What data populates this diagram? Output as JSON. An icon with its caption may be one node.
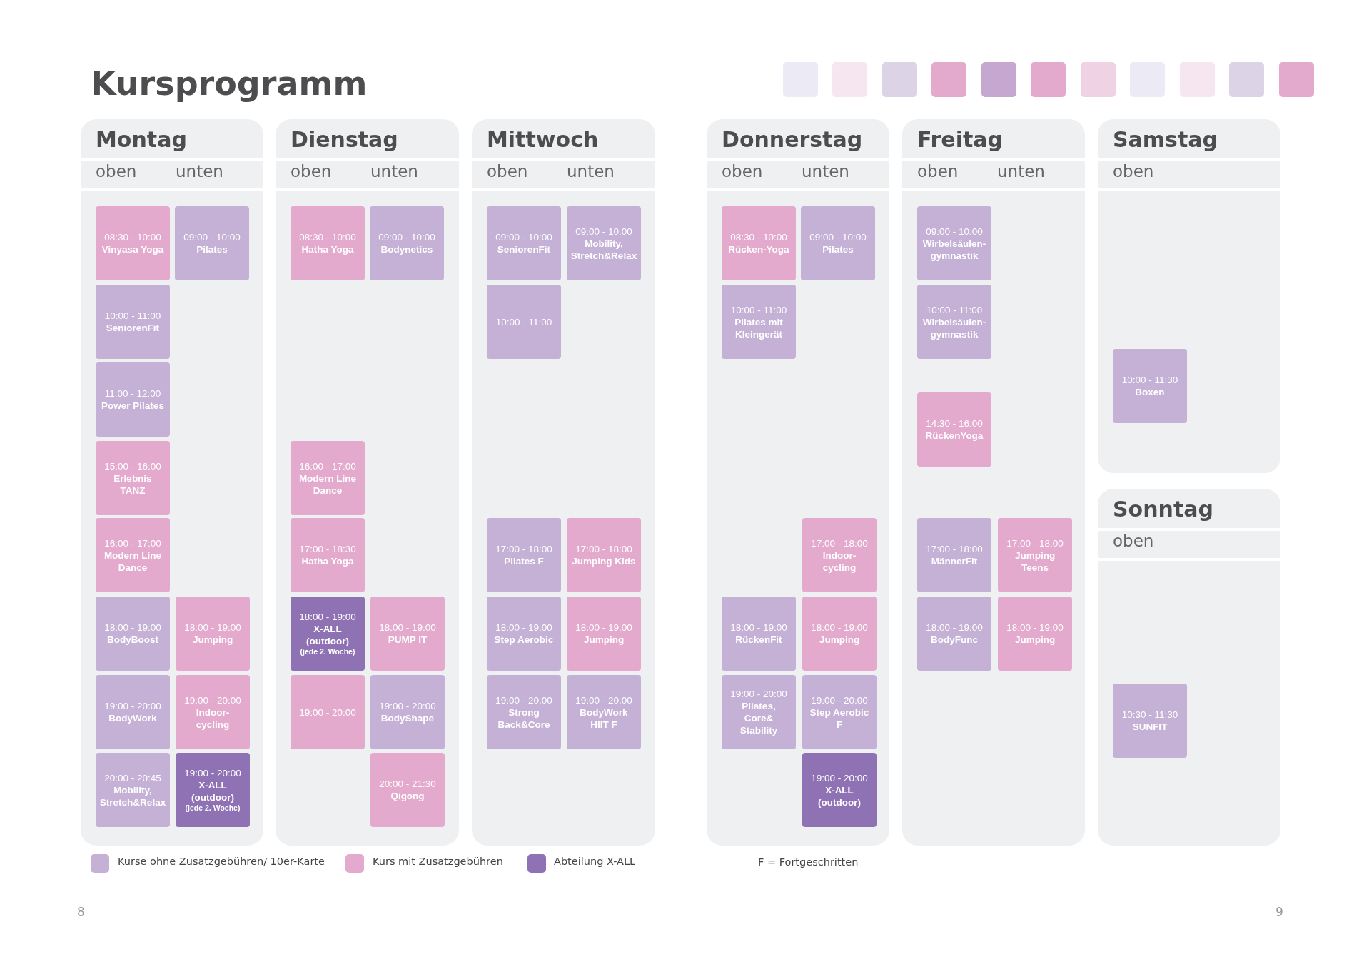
{
  "diagram": {
    "title": "Kursprogramm",
    "nodes": [
      {
        "text": [
          "Montag",
          "oben",
          "unten"
        ]
      },
      {
        "text": [
          "08:30 - 10:00",
          "Vinyasa Yoga"
        ],
        "in": 0
      },
      {
        "text": [
          "09:00 - 10:00",
          "Pilates"
        ],
        "in": 0
      },
      {
        "text": [
          "10:00 - 11:00",
          "SeniorenFit"
        ],
        "in": 0
      },
      {
        "text": [
          "11:00 - 12:00",
          "Power Pilates"
        ],
        "in": 0
      },
      {
        "text": [
          "15:00 - 16:00",
          "Erlebnis TANZ"
        ],
        "in": 0
      },
      {
        "text": [
          "16:00 - 17:00",
          "Modern Line Dance"
        ],
        "in": 0
      },
      {
        "text": [
          "18:00 - 19:00",
          "BodyBoost"
        ],
        "in": 0
      },
      {
        "text": [
          "18:00 - 19:00",
          "Jumping"
        ],
        "in": 0
      },
      {
        "text": [
          "19:00 - 20:00",
          "BodyWork"
        ],
        "in": 0
      },
      {
        "text": [
          "19:00 - 20:00",
          "Indoor-cycling"
        ],
        "in": 0
      },
      {
        "text": [
          "20:00 - 20:45",
          "Mobility, Stretch&Relax"
        ],
        "in": 0
      },
      {
        "text": [
          "19:00 - 20:00",
          "X-ALL (outdoor)",
          "(jede 2. Woche)"
        ],
        "in": 0
      },
      {
        "text": [
          "Dienstag",
          "oben",
          "unten"
        ]
      },
      {
        "text": [
          "08:30 - 10:00",
          "Hatha Yoga"
        ],
        "in": 13
      },
      {
        "text": [
          "09:00 - 10:00",
          "Bodynetics"
        ],
        "in": 13
      },
      {
        "text": [
          "16:00 - 17:00",
          "Modern Line Dance"
        ],
        "in": 13
      },
      {
        "text": [
          "17:00 - 18:30",
          "Hatha Yoga"
        ],
        "in": 13
      },
      {
        "text": [
          "18:00 - 19:00",
          "X-ALL (outdoor)",
          "(jede 2. Woche)"
        ],
        "in": 13
      },
      {
        "text": [
          "18:00 - 19:00",
          "PUMP IT"
        ],
        "in": 13
      },
      {
        "text": [
          "19:00 - 20:00"
        ],
        "in": 13
      },
      {
        "text": [
          "19:00 - 20:00",
          "BodyShape"
        ],
        "in": 13
      },
      {
        "text": [
          "20:00 - 21:30",
          "Qigong"
        ],
        "in": 13
      },
      {
        "text": [
          "Mittwoch",
          "oben",
          "unten"
        ]
      },
      {
        "text": [
          "09:00 - 10:00",
          "SeniorenFit"
        ],
        "in": 23
      },
      {
        "text": [
          "09:00 - 10:00",
          "Mobility, Stretch&Relax"
        ],
        "in": 23
      },
      {
        "text": [
          "10:00 - 11:00"
        ],
        "in": 23
      },
      {
        "text": [
          "17:00 - 18:00",
          "Pilates F"
        ],
        "in": 23
      },
      {
        "text": [
          "17:00 - 18:00",
          "Jumping Kids"
        ],
        "in": 23
      },
      {
        "text": [
          "18:00 - 19:00",
          "Step Aerobic"
        ],
        "in": 23
      },
      {
        "text": [
          "18:00 - 19:00",
          "Jumping"
        ],
        "in": 23
      },
      {
        "text": [
          "19:00 - 20:00",
          "Strong Back&Core"
        ],
        "in": 23
      },
      {
        "text": [
          "19:00 - 20:00",
          "BodyWork HIIT F"
        ],
        "in": 23
      },
      {
        "text": [
          "Donnerstag",
          "oben",
          "unten"
        ]
      },
      {
        "text": [
          "08:30 - 10:00",
          "Rücken-Yoga"
        ],
        "in": 33
      },
      {
        "text": [
          "09:00 - 10:00",
          "Pilates"
        ],
        "in": 33
      },
      {
        "text": [
          "10:00 - 11:00",
          "Pilates mit Kleingerät"
        ],
        "in": 33
      },
      {
        "text": [
          "17:00 - 18:00",
          "Indoor-cycling"
        ],
        "in": 33
      },
      {
        "text": [
          "18:00 - 19:00",
          "RückenFit"
        ],
        "in": 33
      },
      {
        "text": [
          "18:00 - 19:00",
          "Jumping"
        ],
        "in": 33
      },
      {
        "text": [
          "19:00 - 20:00",
          "Pilates, Core& Stability"
        ],
        "in": 33
      },
      {
        "text": [
          "19:00 - 20:00",
          "Step Aerobic F"
        ],
        "in": 33
      },
      {
        "text": [
          "19:00 - 20:00",
          "X-ALL (outdoor)"
        ],
        "in": 33
      },
      {
        "text": [
          "Freitag",
          "oben",
          "unten"
        ]
      },
      {
        "text": [
          "09:00 - 10:00",
          "Wirbelsäulen-gymnastik"
        ],
        "in": 43
      },
      {
        "text": [
          "10:00 - 11:00",
          "Wirbelsäulen-gymnastik"
        ],
        "in": 43
      },
      {
        "text": [
          "14:30 - 16:00",
          "RückenYoga"
        ],
        "in": 43
      },
      {
        "text": [
          "17:00 - 18:00",
          "MännerFit"
        ],
        "in": 43
      },
      {
        "text": [
          "17:00 - 18:00",
          "Jumping Teens"
        ],
        "in": 43
      },
      {
        "text": [
          "18:00 - 19:00",
          "BodyFunc"
        ],
        "in": 43
      },
      {
        "text": [
          "18:00 - 19:00",
          "Jumping"
        ],
        "in": 43
      },
      {
        "text": [
          "Samstag",
          "oben"
        ]
      },
      {
        "text": [
          "10:00 - 11:30",
          "Boxen"
        ],
        "in": 51
      },
      {
        "text": [
          "Sonntag",
          "oben"
        ]
      },
      {
        "text": [
          "10:30 - 11:30",
          "SUNFIT"
        ],
        "in": 53
      }
    ],
    "labels": [
      "F = Fortgeschritten",
      "8",
      "9"
    ],
    "legend": [
      {
        "text": "Kurse ohne Zusatzgebühren/ 10er-Karte",
        "color": "#c5b0d6"
      },
      {
        "text": "Kurs mit Zusatzgebühren",
        "color": "#e3aacd"
      },
      {
        "text": "Abteilung X-ALL",
        "color": "#8f72b4"
      }
    ]
  }
}
